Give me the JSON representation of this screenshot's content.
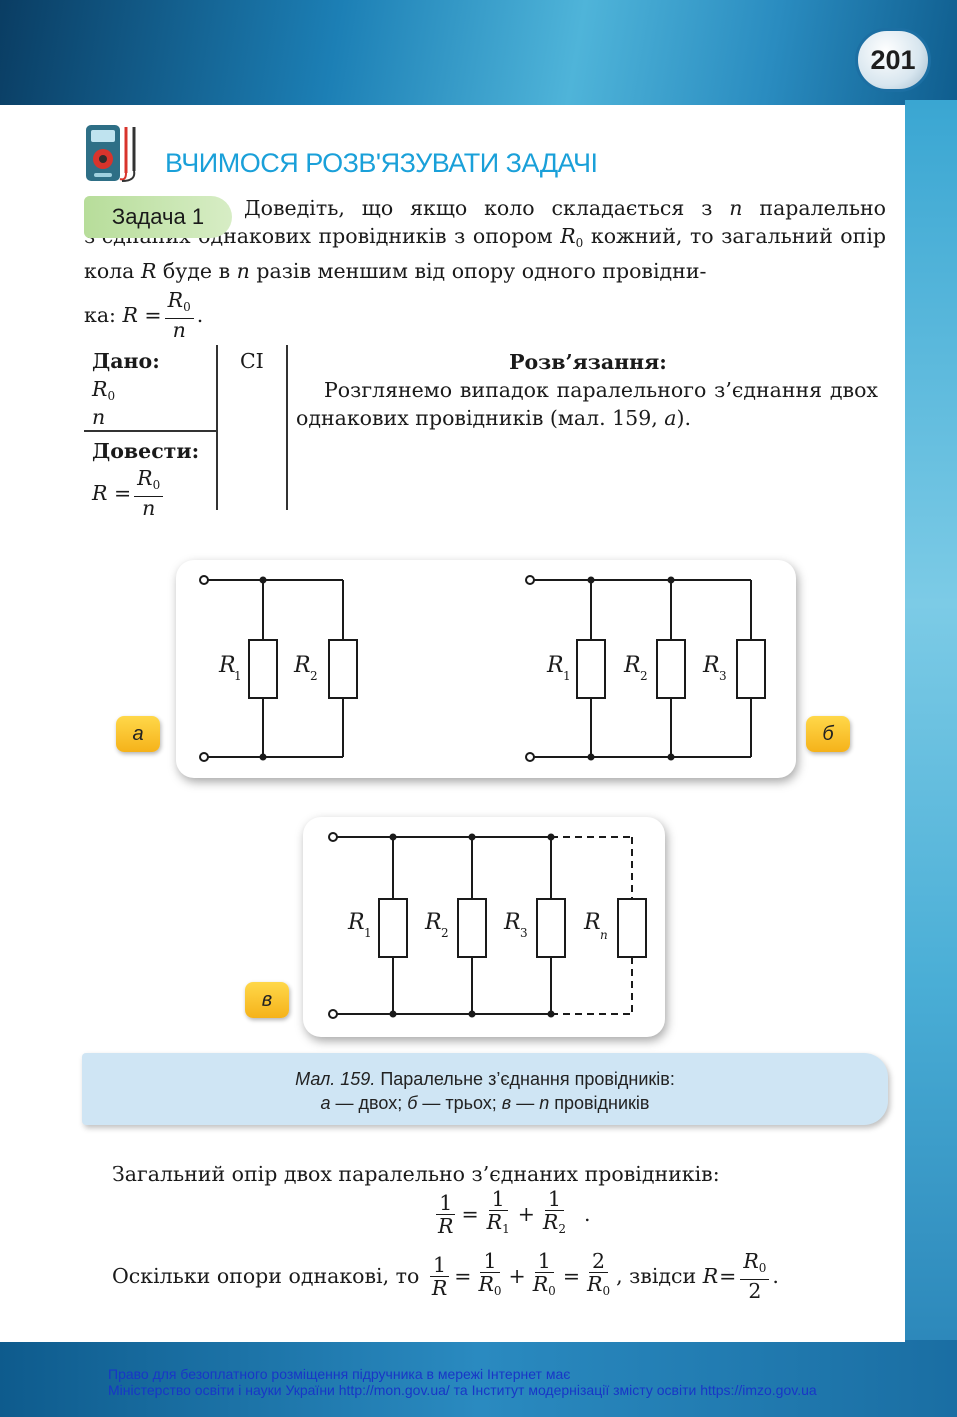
{
  "page_number": "201",
  "section_title": "ВЧИМОСЯ РОЗВ'ЯЗУВАТИ ЗАДАЧІ",
  "task": {
    "badge": "Задача 1",
    "text_1": "Доведіть, що якщо коло складається з",
    "text_n": "n",
    "text_2": "паралельно з’єднаних однакових провідників з опором",
    "text_R0": "R",
    "text_3": "кожний, то загальний опір кола",
    "text_R": "R",
    "text_4": "буде в",
    "text_5": "разів меншим від опору одного провідни-",
    "text_6": "ка:",
    "formula_lhs": "R =",
    "formula_num": "R",
    "formula_den": "n",
    "formula_end": "."
  },
  "given": {
    "label": "Дано:",
    "si": "СІ",
    "item_1": "R",
    "item_2": "n",
    "prove_label": "Довести:",
    "prove_lhs": "R =",
    "prove_num": "R",
    "prove_den": "n"
  },
  "solution": {
    "head": "Розв’язання:",
    "text": "Розглянемо випадок паралельного з’єднання двох однакових провідників (мал. 159, ",
    "text_a": "а",
    "text_end": ")."
  },
  "figures": {
    "tag_a": "а",
    "tag_b": "б",
    "tag_v": "в",
    "r1": "R",
    "r2": "R",
    "r3": "R",
    "sub_1": "1",
    "sub_2": "2",
    "sub_3": "3",
    "sub_n": "n"
  },
  "caption": {
    "label": "Мал. 159.",
    "title": "Паралельне з’єднання провідників:",
    "line2_a": "а",
    "line2_a_text": " — двох; ",
    "line2_b": "б",
    "line2_b_text": " — трьох; ",
    "line2_v": "в",
    "line2_v_text": " — ",
    "line2_n": "n",
    "line2_end": " провідників"
  },
  "body": {
    "p1": "Загальний опір двох паралельно з’єднаних провідників:",
    "p2_start": "Оскільки опори однакові, то",
    "p2_mid": ", звідси",
    "p2_end": ".",
    "one": "1",
    "two": "2",
    "R": "R",
    "eq": "=",
    "plus": "+"
  },
  "footer": {
    "line1": "Право для безоплатного розміщення підручника в мережі Інтернет має",
    "line2": "Міністерство освіти і науки України http://mon.gov.ua/ та Інститут модернізації змісту освіти https://imzo.gov.ua"
  },
  "colors": {
    "title_blue": "#1aa0d9",
    "badge_green": "#b7dd9a",
    "tag_yellow": "#f5b21a",
    "caption_blue": "#cfe5f4",
    "footer_blue": "#1836c7"
  }
}
